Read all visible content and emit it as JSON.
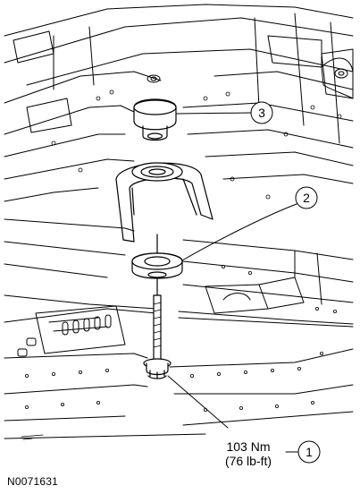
{
  "callouts": [
    {
      "number": "1"
    },
    {
      "number": "2"
    },
    {
      "number": "3"
    }
  ],
  "torque": {
    "nm": "103 Nm",
    "lbft": "(76 lb-ft)"
  },
  "figure_id": "N0071631"
}
